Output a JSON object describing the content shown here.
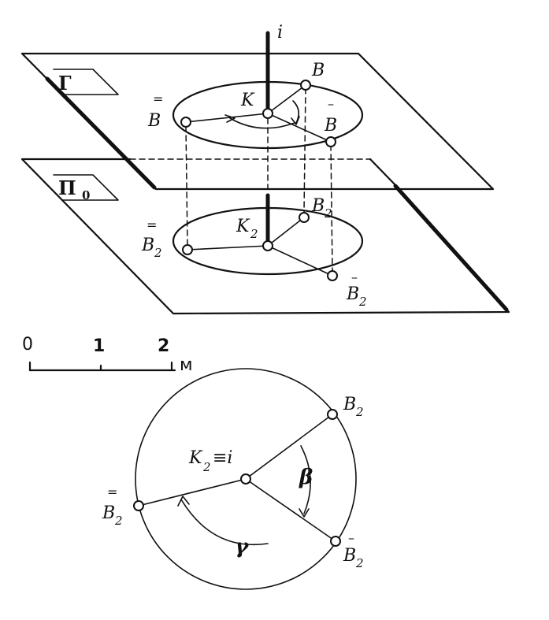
{
  "labels": {
    "axis": "i",
    "plane_gamma": "Г",
    "plane_pi": "П",
    "plane_pi_sub": "0",
    "point_B": "B",
    "point_B_bar": "B",
    "point_B_dbar": "B",
    "point_K": "K",
    "point_K2": "K",
    "sub_2": "2",
    "point_B2": "B",
    "point_B2_bar": "B",
    "point_B2_dbar": "B",
    "center_label": "K",
    "center_suffix": "≡i",
    "angle_beta": "β",
    "angle_gamma": "γ",
    "bar_single": "–",
    "bar_double": "="
  },
  "scale": {
    "ticks": [
      "0",
      "1",
      "2"
    ],
    "unit": "м"
  }
}
